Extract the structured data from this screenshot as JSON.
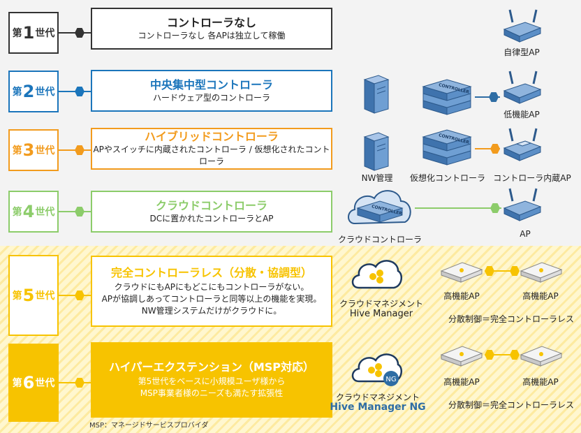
{
  "colors": {
    "g1": "#333333",
    "g2": "#1b75bb",
    "g3": "#f29b1d",
    "g4": "#8ccc6a",
    "g5": "#f7c300",
    "line": "#2e6da4"
  },
  "generations": [
    {
      "prefix": "第",
      "num": "1",
      "suffix": "世代",
      "title": "コントローラなし",
      "desc": [
        "コントローラなし 各APは独立して稼働"
      ]
    },
    {
      "prefix": "第",
      "num": "2",
      "suffix": "世代",
      "title": "中央集中型コントローラ",
      "desc": [
        "ハードウェア型のコントローラ"
      ]
    },
    {
      "prefix": "第",
      "num": "3",
      "suffix": "世代",
      "title": "ハイブリッドコントローラ",
      "desc": [
        "APやスイッチに内蔵されたコントローラ / 仮想化されたコントローラ"
      ]
    },
    {
      "prefix": "第",
      "num": "4",
      "suffix": "世代",
      "title": "クラウドコントローラ",
      "desc": [
        "DCに置かれたコントローラとAP"
      ]
    },
    {
      "prefix": "第",
      "num": "5",
      "suffix": "世代",
      "title": "完全コントローラレス（分散・協調型）",
      "desc": [
        "クラウドにもAPにもどこにもコントローラがない。",
        "APが協調しあってコントローラと同等以上の機能を実現。",
        "NW管理システムだけがクラウドに。"
      ]
    },
    {
      "prefix": "第",
      "num": "6",
      "suffix": "世代",
      "title": "ハイパーエクステンション（MSP対応）",
      "desc": [
        "第5世代をベースに小規模ユーザ様から",
        "MSP事業者様のニーズも満たす拡張性"
      ]
    }
  ],
  "labels": {
    "ap1": "自律型AP",
    "ap2": "低機能AP",
    "nw": "NW管理",
    "vctrl": "仮想化コントローラ",
    "ap3": "コントローラ内蔵AP",
    "cloudctrl": "クラウドコントローラ",
    "ap4": "AP",
    "cm5a": "クラウドマネジメント",
    "cm5b": "Hive Manager",
    "hap5a": "高機能AP",
    "hap5b": "高機能AP",
    "dist5": "分散制御＝完全コントローラレス",
    "cm6a": "クラウドマネジメント",
    "cm6b": "Hive Manager NG",
    "ng": "NG",
    "hap6a": "高機能AP",
    "hap6b": "高機能AP",
    "dist6": "分散制御＝完全コントローラレス",
    "ctrl_text": "CONTROLLER"
  },
  "footnote": "MSP：マネージドサービスプロバイダ"
}
